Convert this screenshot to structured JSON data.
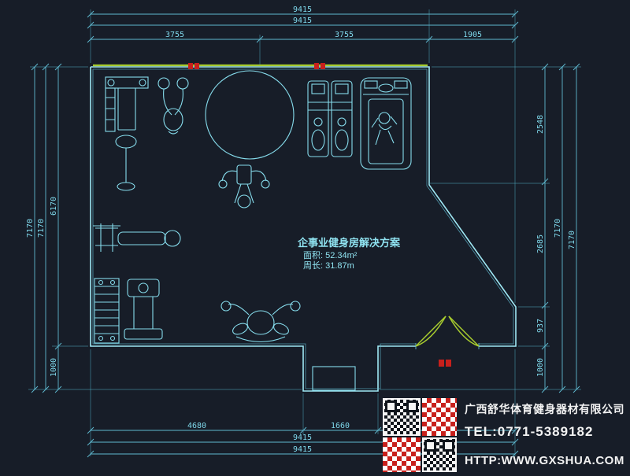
{
  "colors": {
    "background": "#171d28",
    "line_cyan": "#9fe8f4",
    "dim_cyan": "#7fd9ec",
    "accent_green": "#a8cc2e",
    "accent_red": "#c8201c",
    "text_white": "#f2f2f2"
  },
  "dims": {
    "top": [
      "9415",
      "9415",
      "3755",
      "3755",
      "1905"
    ],
    "left": [
      "7170",
      "7170",
      "6170",
      "1000"
    ],
    "right": [
      "2548",
      "2685",
      "937",
      "1000",
      "7170",
      "7170"
    ],
    "bottom": [
      "4680",
      "1660",
      "9415",
      "9415"
    ]
  },
  "annotation": {
    "line1": "企事业健身房解决方案",
    "line2": "面积: 52.34m²",
    "line3": "周长: 31.87m"
  },
  "footer": {
    "company": "广西舒华体育健身器材有限公司",
    "tel": "TEL:0771-5389182",
    "url": "HTTP:WWW.GXSHUA.COM"
  }
}
